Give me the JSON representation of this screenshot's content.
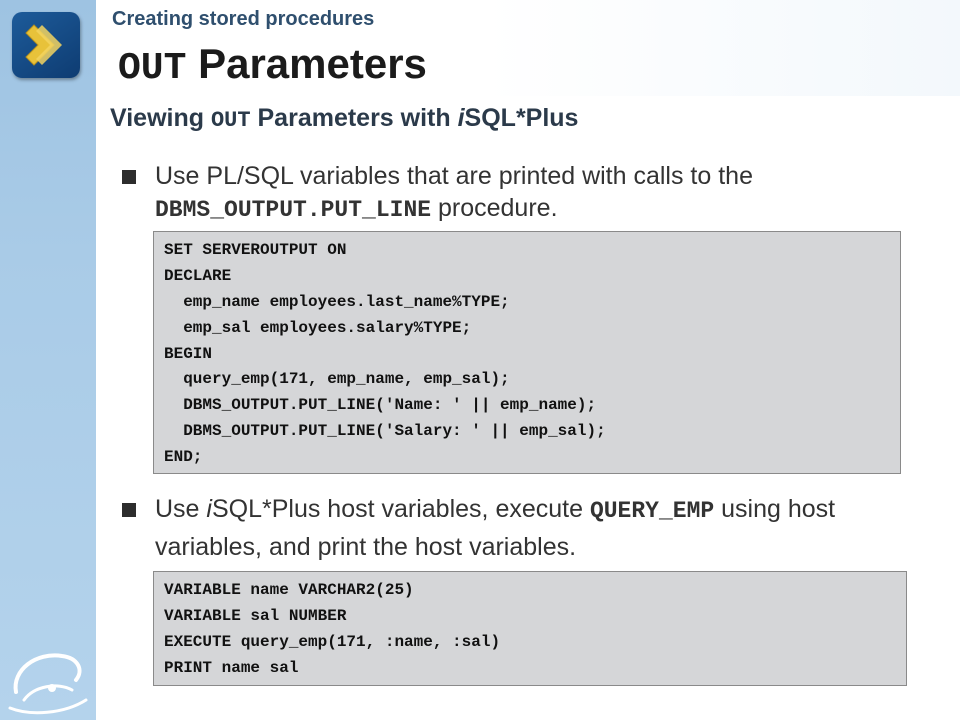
{
  "header": {
    "section_label": "Creating stored procedures",
    "title_mono": "OUT",
    "title_rest": " Parameters"
  },
  "subtitle": {
    "prefix": "Viewing ",
    "mono": "OUT",
    "middle": " Parameters with ",
    "italic": "i",
    "suffix": "SQL*Plus"
  },
  "bullet1": {
    "text_before": "Use PL/SQL variables that are printed with calls to the ",
    "code": "DBMS_OUTPUT.PUT_LINE",
    "text_after": " procedure."
  },
  "code_block_1": [
    "SET SERVEROUTPUT ON",
    "DECLARE",
    "  emp_name employees.last_name%TYPE;",
    "  emp_sal employees.salary%TYPE;",
    "BEGIN",
    "  query_emp(171, emp_name, emp_sal);",
    "  DBMS_OUTPUT.PUT_LINE('Name: ' || emp_name);",
    "  DBMS_OUTPUT.PUT_LINE('Salary: ' || emp_sal);",
    "END;"
  ],
  "bullet2": {
    "text_before": "Use ",
    "italic": "i",
    "text_mid": "SQL*Plus host variables, execute ",
    "code": "QUERY_EMP",
    "text_after": " using host variables, and print the host variables."
  },
  "code_block_2": [
    "VARIABLE name VARCHAR2(25)",
    "VARIABLE sal NUMBER",
    "EXECUTE query_emp(171, :name, :sal)",
    "PRINT name sal"
  ],
  "icons": {
    "nav": "chevron-right-icon",
    "brand": "swirl-logo-icon"
  },
  "colors": {
    "sidebar": "#a9cbe7",
    "code_bg": "#d5d6d8",
    "logo_box": "#1d5b9a",
    "chevron": "#e8c23a"
  }
}
